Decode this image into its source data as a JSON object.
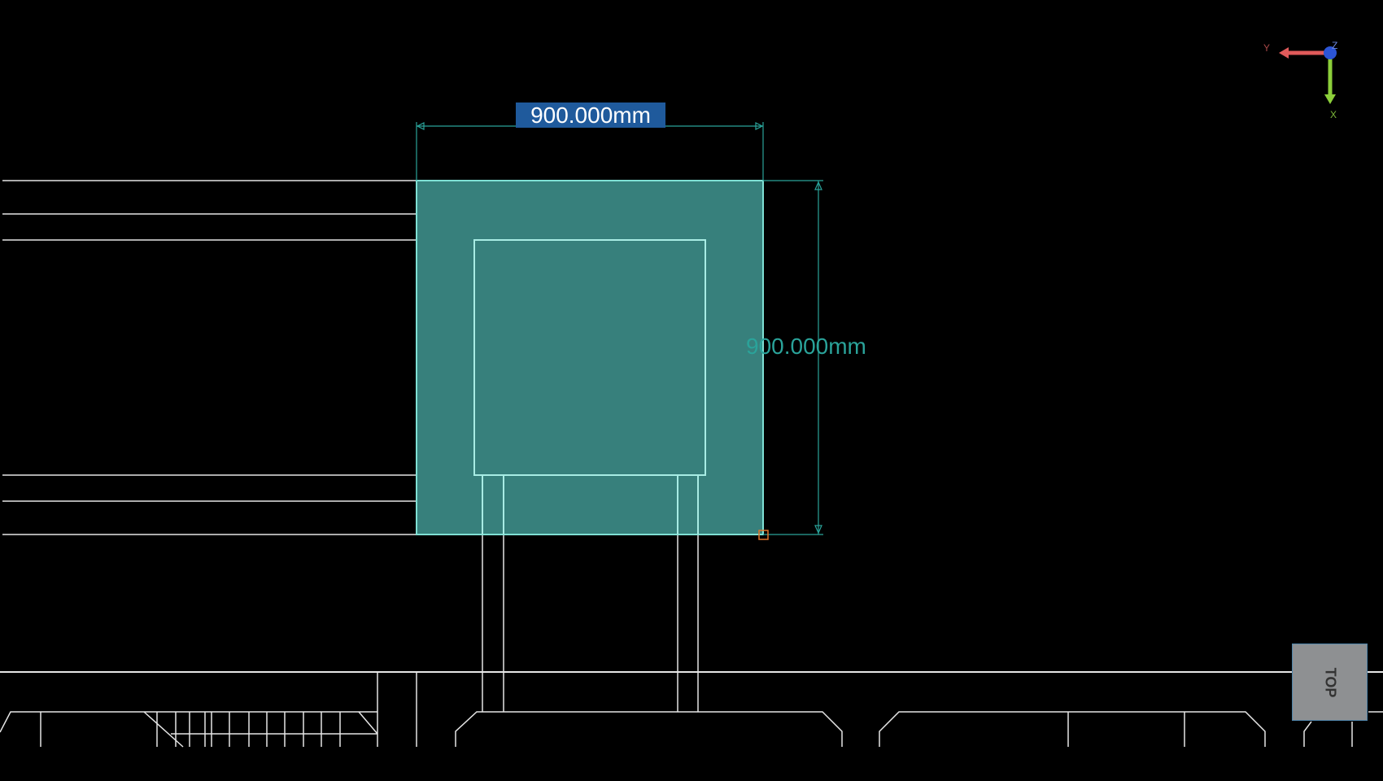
{
  "viewport": {
    "selected_object": {
      "fill_color": "#37807c",
      "outline_color": "#7fe0d4"
    },
    "dimensions": {
      "width_label": "900.000mm",
      "height_label": "900.000mm",
      "dimension_color": "#2aa39a",
      "active_label_bg": "#1f5a9c"
    },
    "view_cube": {
      "label": "TOP"
    },
    "axis_gizmo": {
      "x_label": "X",
      "y_label": "Y",
      "z_label": "Z",
      "x_color": "#8ccf3a",
      "y_color": "#e05a5a",
      "z_color": "#2c55d6"
    }
  }
}
